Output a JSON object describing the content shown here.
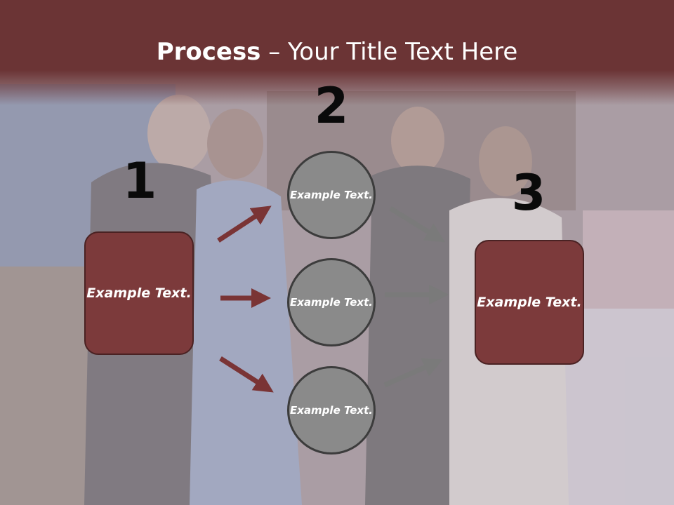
{
  "header": {
    "title_strong": "Process",
    "title_rest": " – Your Title Text Here"
  },
  "steps": [
    "1",
    "2",
    "3"
  ],
  "left_box": {
    "label": "Example Text."
  },
  "circles": [
    {
      "label": "Example Text."
    },
    {
      "label": "Example Text."
    },
    {
      "label": "Example Text."
    }
  ],
  "right_box": {
    "label": "Example Text."
  },
  "colors": {
    "header": "#6b3435",
    "box": "#7c3a3b",
    "circle": "#8a8a8a",
    "red_arrow": "#7a3435",
    "grey_arrow": "#7a7a7a"
  }
}
